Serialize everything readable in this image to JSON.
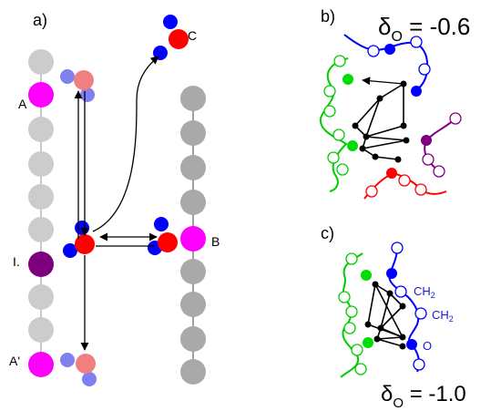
{
  "panels": {
    "a": "a)",
    "b": "b)",
    "c": "c)"
  },
  "site_labels": {
    "A": "A",
    "A_prime": "A'",
    "I": "I.",
    "B": "B",
    "C": "C"
  },
  "delta_b": {
    "symbol": "δ",
    "subscript": "O",
    "value": " = -0.6"
  },
  "delta_c": {
    "symbol": "δ",
    "subscript": "O",
    "value": " = -1.0"
  },
  "group_labels": {
    "ch2_a": "CH",
    "ch2_a_sub": "2",
    "ch2_b": "CH",
    "ch2_b_sub": "2",
    "o": "O"
  },
  "colors": {
    "gray_light": "#cccccc",
    "gray_dark": "#a9a9a9",
    "magenta": "#ff00ff",
    "purple": "#7f007f",
    "red": "#ff0000",
    "blue": "#0000ff",
    "pink": "#f08080",
    "lilac": "#8080f0",
    "green": "#00dd00"
  }
}
